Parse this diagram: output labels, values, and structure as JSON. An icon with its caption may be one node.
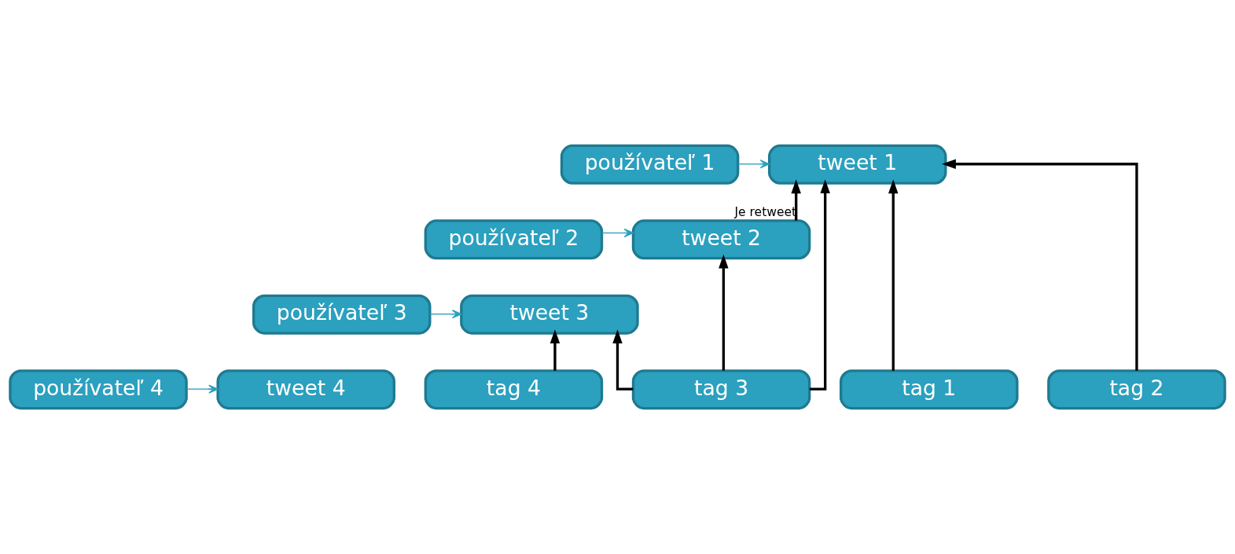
{
  "diagram": {
    "nodes": [
      {
        "text": [
          "používateľ 1"
        ]
      },
      {
        "text": [
          "používateľ 2"
        ]
      },
      {
        "text": [
          "používateľ 3"
        ]
      },
      {
        "text": [
          "používateľ 4"
        ]
      },
      {
        "text": [
          "tweet 1"
        ]
      },
      {
        "text": [
          "tweet 2"
        ]
      },
      {
        "text": [
          "tweet 3"
        ]
      },
      {
        "text": [
          "tweet 4"
        ]
      },
      {
        "text": [
          "tag 1"
        ]
      },
      {
        "text": [
          "tag 2"
        ]
      },
      {
        "text": [
          "tag 3"
        ]
      },
      {
        "text": [
          "tag 4"
        ]
      }
    ],
    "edges": [
      {
        "from": 0,
        "to": 4,
        "arrow": "to",
        "color": "#2aa0be"
      },
      {
        "from": 1,
        "to": 5,
        "arrow": "to",
        "color": "#2aa0be"
      },
      {
        "from": 2,
        "to": 6,
        "arrow": "to",
        "color": "#2aa0be"
      },
      {
        "from": 3,
        "to": 7,
        "arrow": "to",
        "color": "#2aa0be"
      },
      {
        "from": 5,
        "to": 4,
        "arrow": "to",
        "label": "Je retweet"
      },
      {
        "from": 8,
        "to": 4,
        "arrow": "to"
      },
      {
        "from": 9,
        "to": 4,
        "arrow": "to"
      },
      {
        "from": 10,
        "to": 4,
        "arrow": "to"
      },
      {
        "from": 10,
        "to": 5,
        "arrow": "to"
      },
      {
        "from": 10,
        "to": 6,
        "arrow": "to"
      },
      {
        "from": 11,
        "to": 6,
        "arrow": "to"
      }
    ]
  }
}
